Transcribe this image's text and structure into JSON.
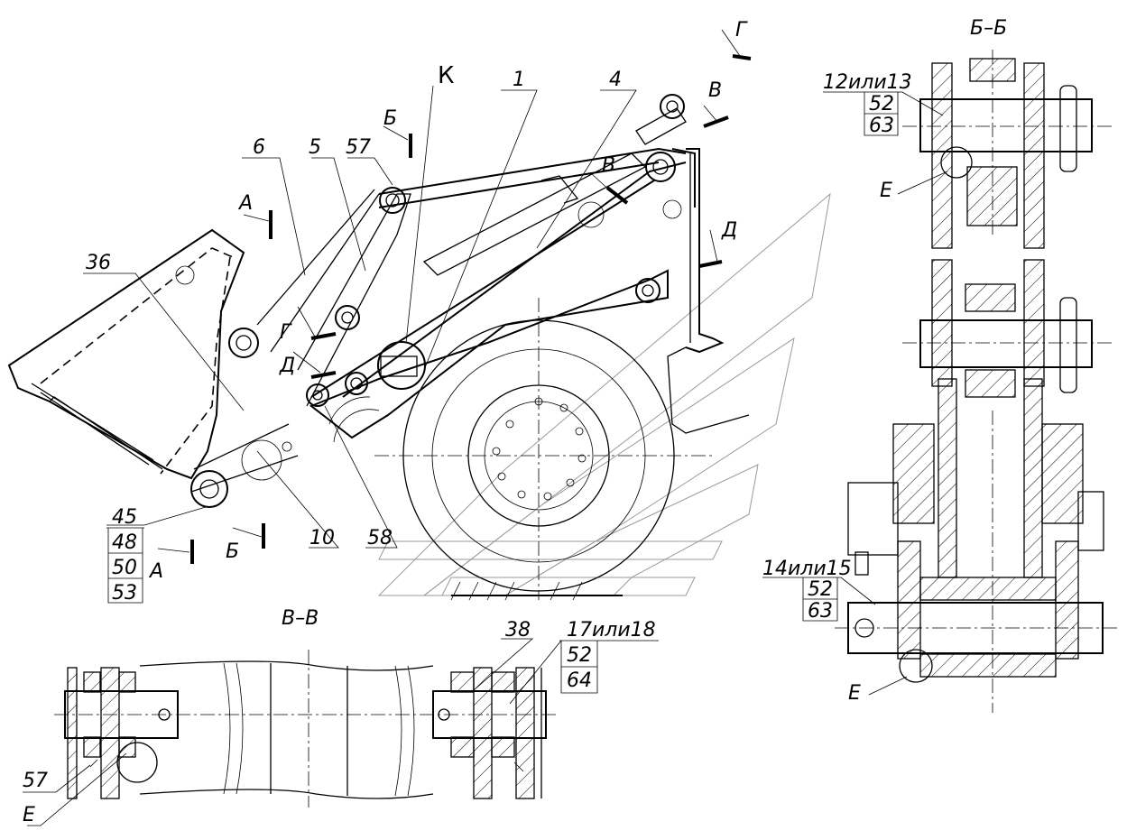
{
  "title": "",
  "section_titles": {
    "bb": "Б–Б",
    "vv": "В–В"
  },
  "cut_markers": {
    "a_upper": "А",
    "a_lower": "А",
    "b_upper": "Б",
    "b_lower": "Б",
    "v_upper": "В",
    "v_lower": "В",
    "g_upper": "Г",
    "g_lower": "Г",
    "d_upper": "Д",
    "d_lower": "Д",
    "k": "К"
  },
  "main_view": {
    "part_labels": [
      "6",
      "5",
      "57",
      "1",
      "4",
      "36",
      "10",
      "58"
    ],
    "stack_labels": [
      "45",
      "48",
      "50",
      "53"
    ]
  },
  "section_bb": {
    "top_pin": [
      "12или13",
      "52",
      "63"
    ],
    "bottom_pin": [
      "14или15",
      "52",
      "63"
    ],
    "detail_top": "Е",
    "detail_bottom": "Е"
  },
  "section_vv": {
    "left_label": "57",
    "left_detail": "Е",
    "right_part": "38",
    "right_pin": [
      "17или18",
      "52",
      "64"
    ]
  }
}
